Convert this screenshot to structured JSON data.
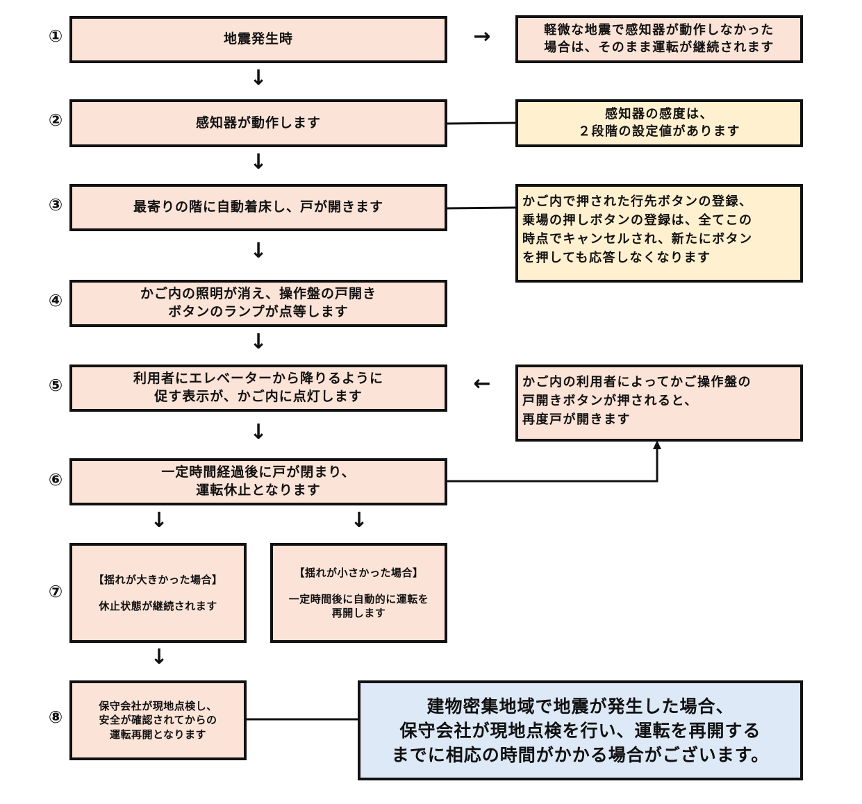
{
  "steps": [
    {
      "num": "①",
      "lines": [
        "地震発生時"
      ]
    },
    {
      "num": "②",
      "lines": [
        "感知器が動作します"
      ]
    },
    {
      "num": "③",
      "lines": [
        "最寄りの階に自動着床し、戸が開きます"
      ]
    },
    {
      "num": "④",
      "lines": [
        "かご内の照明が消え、操作盤の戸開き",
        "ボタンのランプが点等します"
      ]
    },
    {
      "num": "⑤",
      "lines": [
        "利用者にエレベーターから降りるように",
        "促す表示が、かご内に点灯します"
      ]
    },
    {
      "num": "⑥",
      "lines": [
        "一定時間経過後に戸が閉まり、",
        "運転休止となります"
      ]
    },
    {
      "num": "⑦",
      "large": {
        "heading": "【揺れが大きかった場合】",
        "lines": [
          "休止状態が継続されます"
        ]
      },
      "small": {
        "heading": "【揺れが小さかった場合】",
        "lines": [
          "一定時間後に自動的に運転を",
          "再開します"
        ]
      }
    },
    {
      "num": "⑧",
      "lines": [
        "保守会社が現地点検し、",
        "安全が確認されてからの",
        "運転再開となります"
      ]
    }
  ],
  "notes": {
    "minor_quake": [
      "軽微な地震で感知器が動作しなかった",
      "場合は、そのまま運転が継続されます"
    ],
    "sensitivity": [
      "感知器の感度は、",
      "２段階の設定値があります"
    ],
    "cancel": [
      "かご内で押された行先ボタンの登録、",
      "乗場の押しボタンの登録は、全てこの",
      "時点でキャンセルされ、新たにボタン",
      "を押しても応答しなくなります"
    ],
    "reopen": [
      "かご内の利用者によってかご操作盤の",
      "戸開きボタンが押されると、",
      "再度戸が開きます"
    ],
    "dense_area": [
      "建物密集地域で地震が発生した場合、",
      "保守会社が現地点検を行い、運転を再開する",
      "までに相応の時間がかかる場合がございます。"
    ]
  },
  "arrows": {
    "down": "↓",
    "right": "→",
    "left": "←"
  },
  "colors": {
    "step_fill": "#fbe3d7",
    "note_yellow": "#fff0cf",
    "note_blue": "#dde9f6",
    "border": "#111111"
  }
}
